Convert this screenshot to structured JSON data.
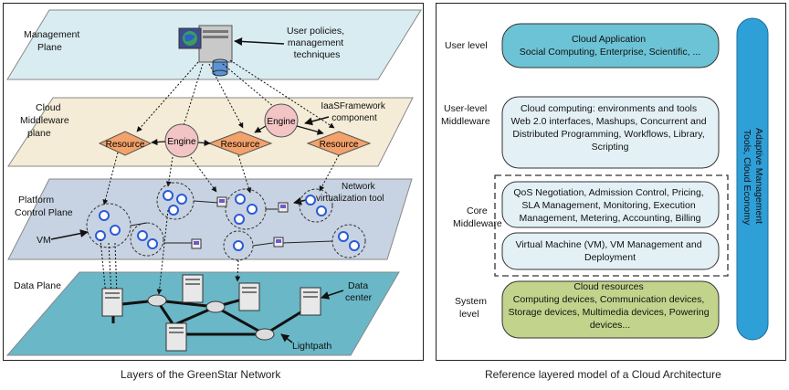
{
  "left": {
    "caption": "Layers of the GreenStar Network",
    "planes": {
      "management": [
        "Management",
        "Plane"
      ],
      "middleware": [
        "Cloud",
        "Middleware",
        "plane"
      ],
      "platform": [
        "Platform",
        "Control Plane"
      ],
      "data": "Data Plane"
    },
    "annotations": {
      "user_policies": [
        "User policies,",
        "management",
        "techniques"
      ],
      "iaas": [
        "IaaSFramework",
        "component"
      ],
      "network_tool": [
        "Network",
        "virtualization tool"
      ],
      "vm": "VM",
      "data_center": [
        "Data",
        "center"
      ],
      "lightpath": "Lightpath"
    },
    "resource_label": "Resource",
    "engine_label": "Engine",
    "colors": {
      "management_plane": "#d9ecf2",
      "middleware_plane": "#f4ecd7",
      "platform_plane": "#c7d2e2",
      "data_plane": "#6ab7c7",
      "resource_box": "#f2a26a",
      "engine_circle": "#f2c4c4"
    }
  },
  "right": {
    "caption": "Reference layered model of a Cloud Architecture",
    "levels": {
      "user": "User level",
      "user_middleware": [
        "User-level",
        "Middleware"
      ],
      "core": [
        "Core",
        "Middleware"
      ],
      "system": [
        "System",
        "level"
      ]
    },
    "boxes": {
      "cloud_app": [
        "Cloud Application",
        "Social Computing, Enterprise, Scientific, ..."
      ],
      "cloud_env": [
        "Cloud computing: environments and tools",
        "Web 2.0 interfaces, Mashups, Concurrent and",
        "Distributed Programming, Workflows, Library,",
        "Scripting"
      ],
      "qos": [
        "QoS Negotiation, Admission Control, Pricing,",
        "SLA Management, Monitoring, Execution",
        "Management, Metering, Accounting, Billing"
      ],
      "vm": [
        "Virtual Machine (VM), VM Management and",
        "Deployment"
      ],
      "resources": [
        "Cloud resources",
        "Computing devices, Communication devices,",
        "Storage devices, Multimedia devices, Powering",
        "devices..."
      ]
    },
    "side_bar": [
      "Adaptive Management",
      "Tools, Cloud Economy"
    ],
    "colors": {
      "app_box": "#6cc3d5",
      "middleware_box": "#e3f1f7",
      "resources_box": "#c2d48c",
      "side_bar": "#2f9fd8"
    }
  }
}
